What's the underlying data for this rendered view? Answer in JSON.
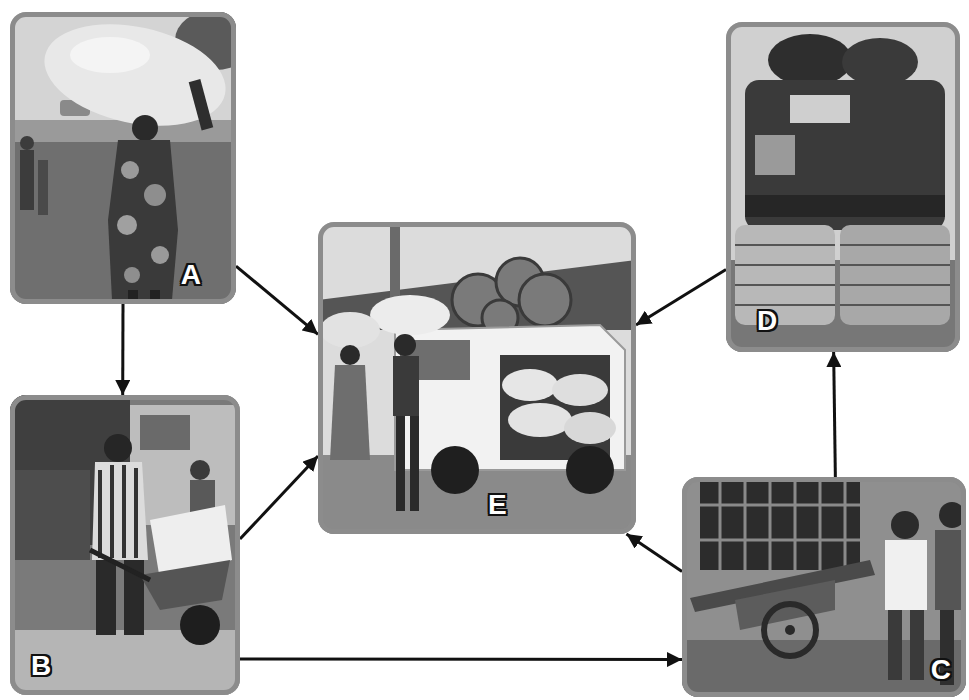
{
  "diagram": {
    "nodes": [
      {
        "text": [
          "A"
        ]
      },
      {
        "text": [
          "B"
        ]
      },
      {
        "text": [
          "C"
        ]
      },
      {
        "text": [
          "D"
        ]
      },
      {
        "text": [
          "E"
        ]
      }
    ],
    "edges": [
      {
        "from": 0,
        "to": 4,
        "arrow": "to"
      },
      {
        "from": 0,
        "to": 1,
        "arrow": "to"
      },
      {
        "from": 1,
        "to": 4,
        "arrow": "to"
      },
      {
        "from": 1,
        "to": 2,
        "arrow": "to"
      },
      {
        "from": 2,
        "to": 4,
        "arrow": "to"
      },
      {
        "from": 2,
        "to": 3,
        "arrow": "to"
      },
      {
        "from": 3,
        "to": 4,
        "arrow": "to"
      }
    ]
  }
}
